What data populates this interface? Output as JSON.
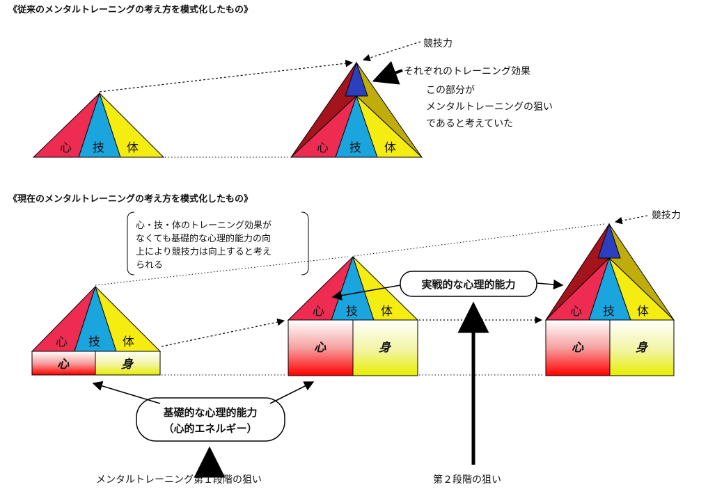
{
  "top": {
    "heading": "《従来のメンタルトレーニングの考え方を模式化したもの》",
    "competitive_label": "競技力",
    "effect_label": "それぞれのトレーニング効果",
    "note_lines": [
      "この部分が",
      "メンタルトレーニングの狙い",
      "であると考えていた"
    ]
  },
  "bottom": {
    "heading": "《現在のメンタルトレーニングの考え方を模式化したもの》",
    "competitive_label": "競技力",
    "bracket_lines": [
      "心・技・体のトレーニング効果が",
      "なくても基礎的な心理的能力の向",
      "上により競技力は向上すると考え",
      "られる"
    ],
    "practical_box": "実戦的な心理的能力",
    "basic_box_lines": [
      "基礎的な心理的能力",
      "（心的エネルギー）"
    ],
    "stage1_label": "メンタルトレーニング第１段階の狙い",
    "stage2_label": "第２段階の狙い"
  },
  "triangle_labels": {
    "mind": "心",
    "skill": "技",
    "body": "体"
  },
  "base_labels": {
    "mind": "心",
    "body": "身"
  },
  "colors": {
    "mind": "#ee2c52",
    "skill": "#1aa5de",
    "body": "#f5ec11",
    "dark_red": "#a5141c",
    "blue_top": "#2b3fbf",
    "olive": "#c0ad0c"
  }
}
